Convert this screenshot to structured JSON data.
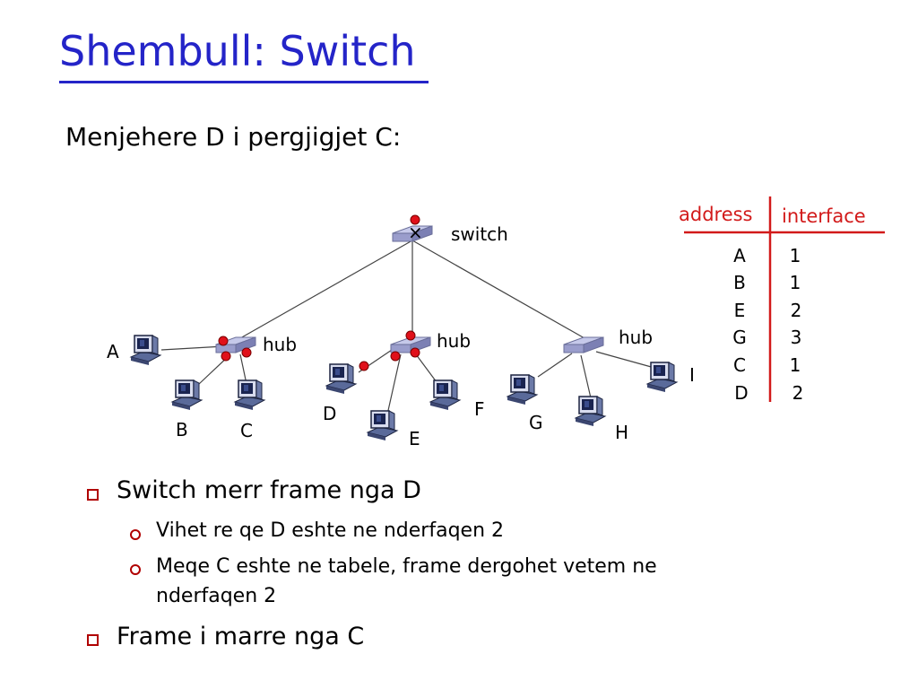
{
  "slide": {
    "title": "Shembull: Switch",
    "subtitle": "Menjehere  D i pergjigjet  C:"
  },
  "diagram": {
    "switch_label": "switch",
    "switch_mark": "×",
    "hub_label": "hub",
    "hosts": [
      "A",
      "B",
      "C",
      "D",
      "E",
      "F",
      "G",
      "H",
      "I"
    ]
  },
  "table": {
    "headers": [
      "address",
      "interface"
    ],
    "rows": [
      [
        "A",
        "1"
      ],
      [
        "B",
        "1"
      ],
      [
        "E",
        "2"
      ],
      [
        "G",
        "3"
      ],
      [
        "C",
        "1"
      ],
      [
        "D",
        "2"
      ]
    ]
  },
  "bullets": [
    {
      "text": "Switch  merr frame nga  D",
      "sub": [
        "Vihet re qe  D eshte ne nderfaqen 2",
        "Meqe C eshte ne  tabele,  frame dergohet vetem ne",
        "nderfaqen  2"
      ]
    },
    {
      "text": "Frame i marre nga  C"
    }
  ],
  "colors": {
    "title": "#2424c8",
    "accent": "#d21a1a",
    "device": "#a9acd6"
  }
}
